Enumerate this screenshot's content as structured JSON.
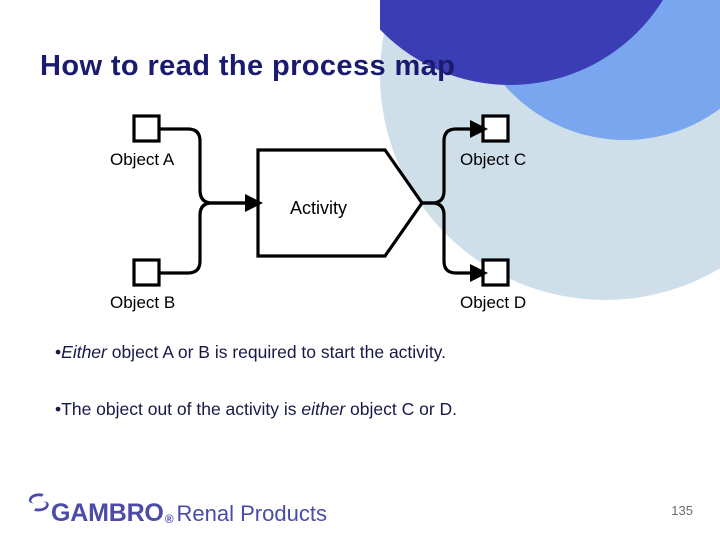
{
  "slide": {
    "title": "How to read the process map",
    "page_number": "135",
    "background_color": "#ffffff"
  },
  "decor": {
    "circles": [
      {
        "name": "dark-indigo-circle",
        "color": "#3b3db5"
      },
      {
        "name": "medium-blue-circle",
        "color": "#79a6ee"
      },
      {
        "name": "light-blue-circle",
        "color": "#cfdfea"
      }
    ]
  },
  "diagram": {
    "type": "process-map",
    "activity_label": "Activity",
    "inputs": [
      {
        "id": "a",
        "label": "Object A",
        "shape": "square"
      },
      {
        "id": "b",
        "label": "Object B",
        "shape": "square"
      }
    ],
    "outputs": [
      {
        "id": "c",
        "label": "Object C",
        "shape": "square"
      },
      {
        "id": "d",
        "label": "Object D",
        "shape": "square"
      }
    ],
    "stroke_color": "#000000"
  },
  "bullets": [
    {
      "marker": "•",
      "italic_lead": "Either",
      "text": " object A or B is required to start the activity.",
      "trailing_italic": "",
      "trailing_text": ""
    },
    {
      "marker": "•",
      "italic_lead": "",
      "text": "The object out of the activity is ",
      "trailing_italic": "either",
      "trailing_text": " object C or D."
    }
  ],
  "footer": {
    "logo_mark": "gambro-spiral-icon",
    "logo_word": "GAMBRO",
    "logo_registered": "®",
    "logo_subtitle": "Renal Products",
    "logo_color": "#4b4ba8"
  }
}
